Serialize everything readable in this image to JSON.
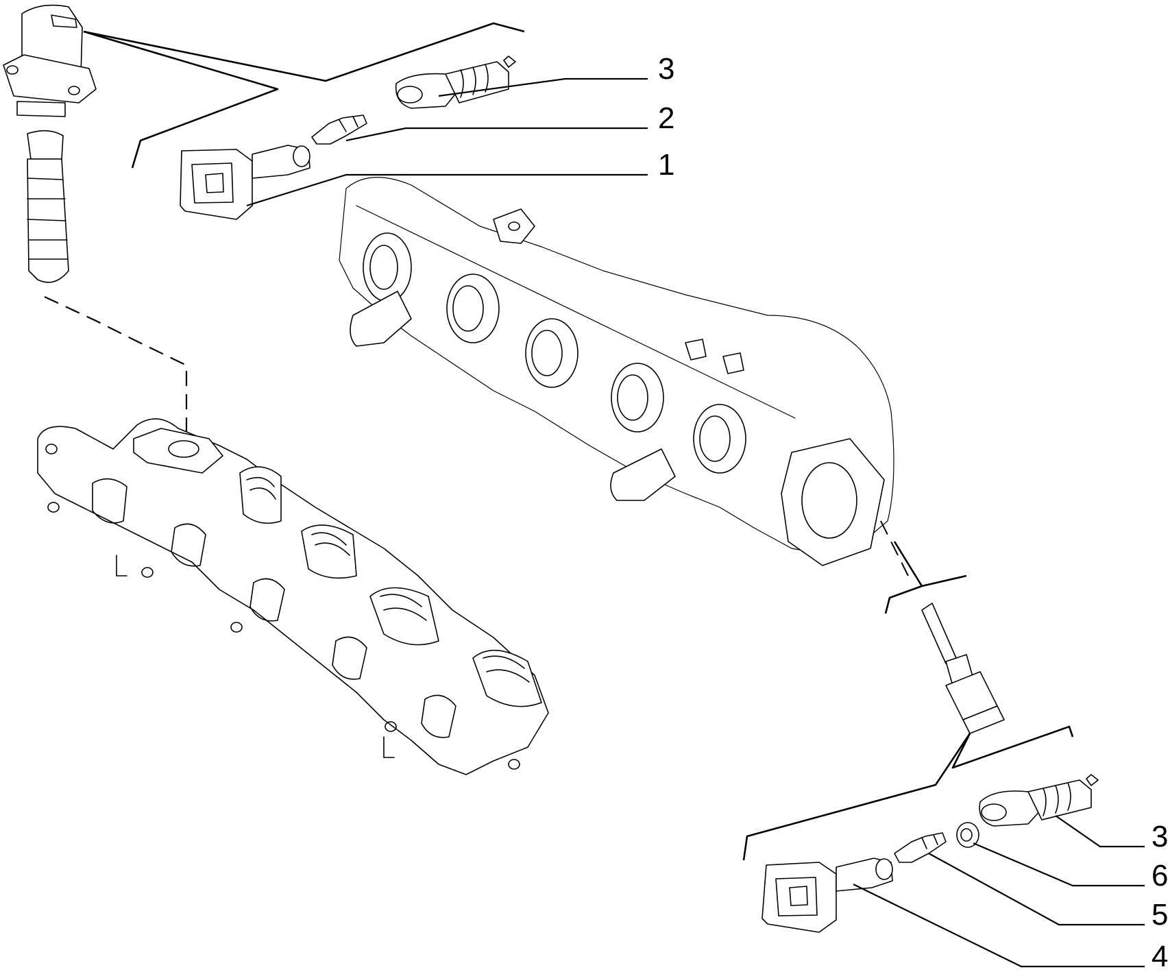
{
  "callouts": {
    "top_3": "3",
    "top_2": "2",
    "top_1": "1",
    "bottom_3": "3",
    "bottom_6": "6",
    "bottom_5": "5",
    "bottom_4": "4"
  }
}
